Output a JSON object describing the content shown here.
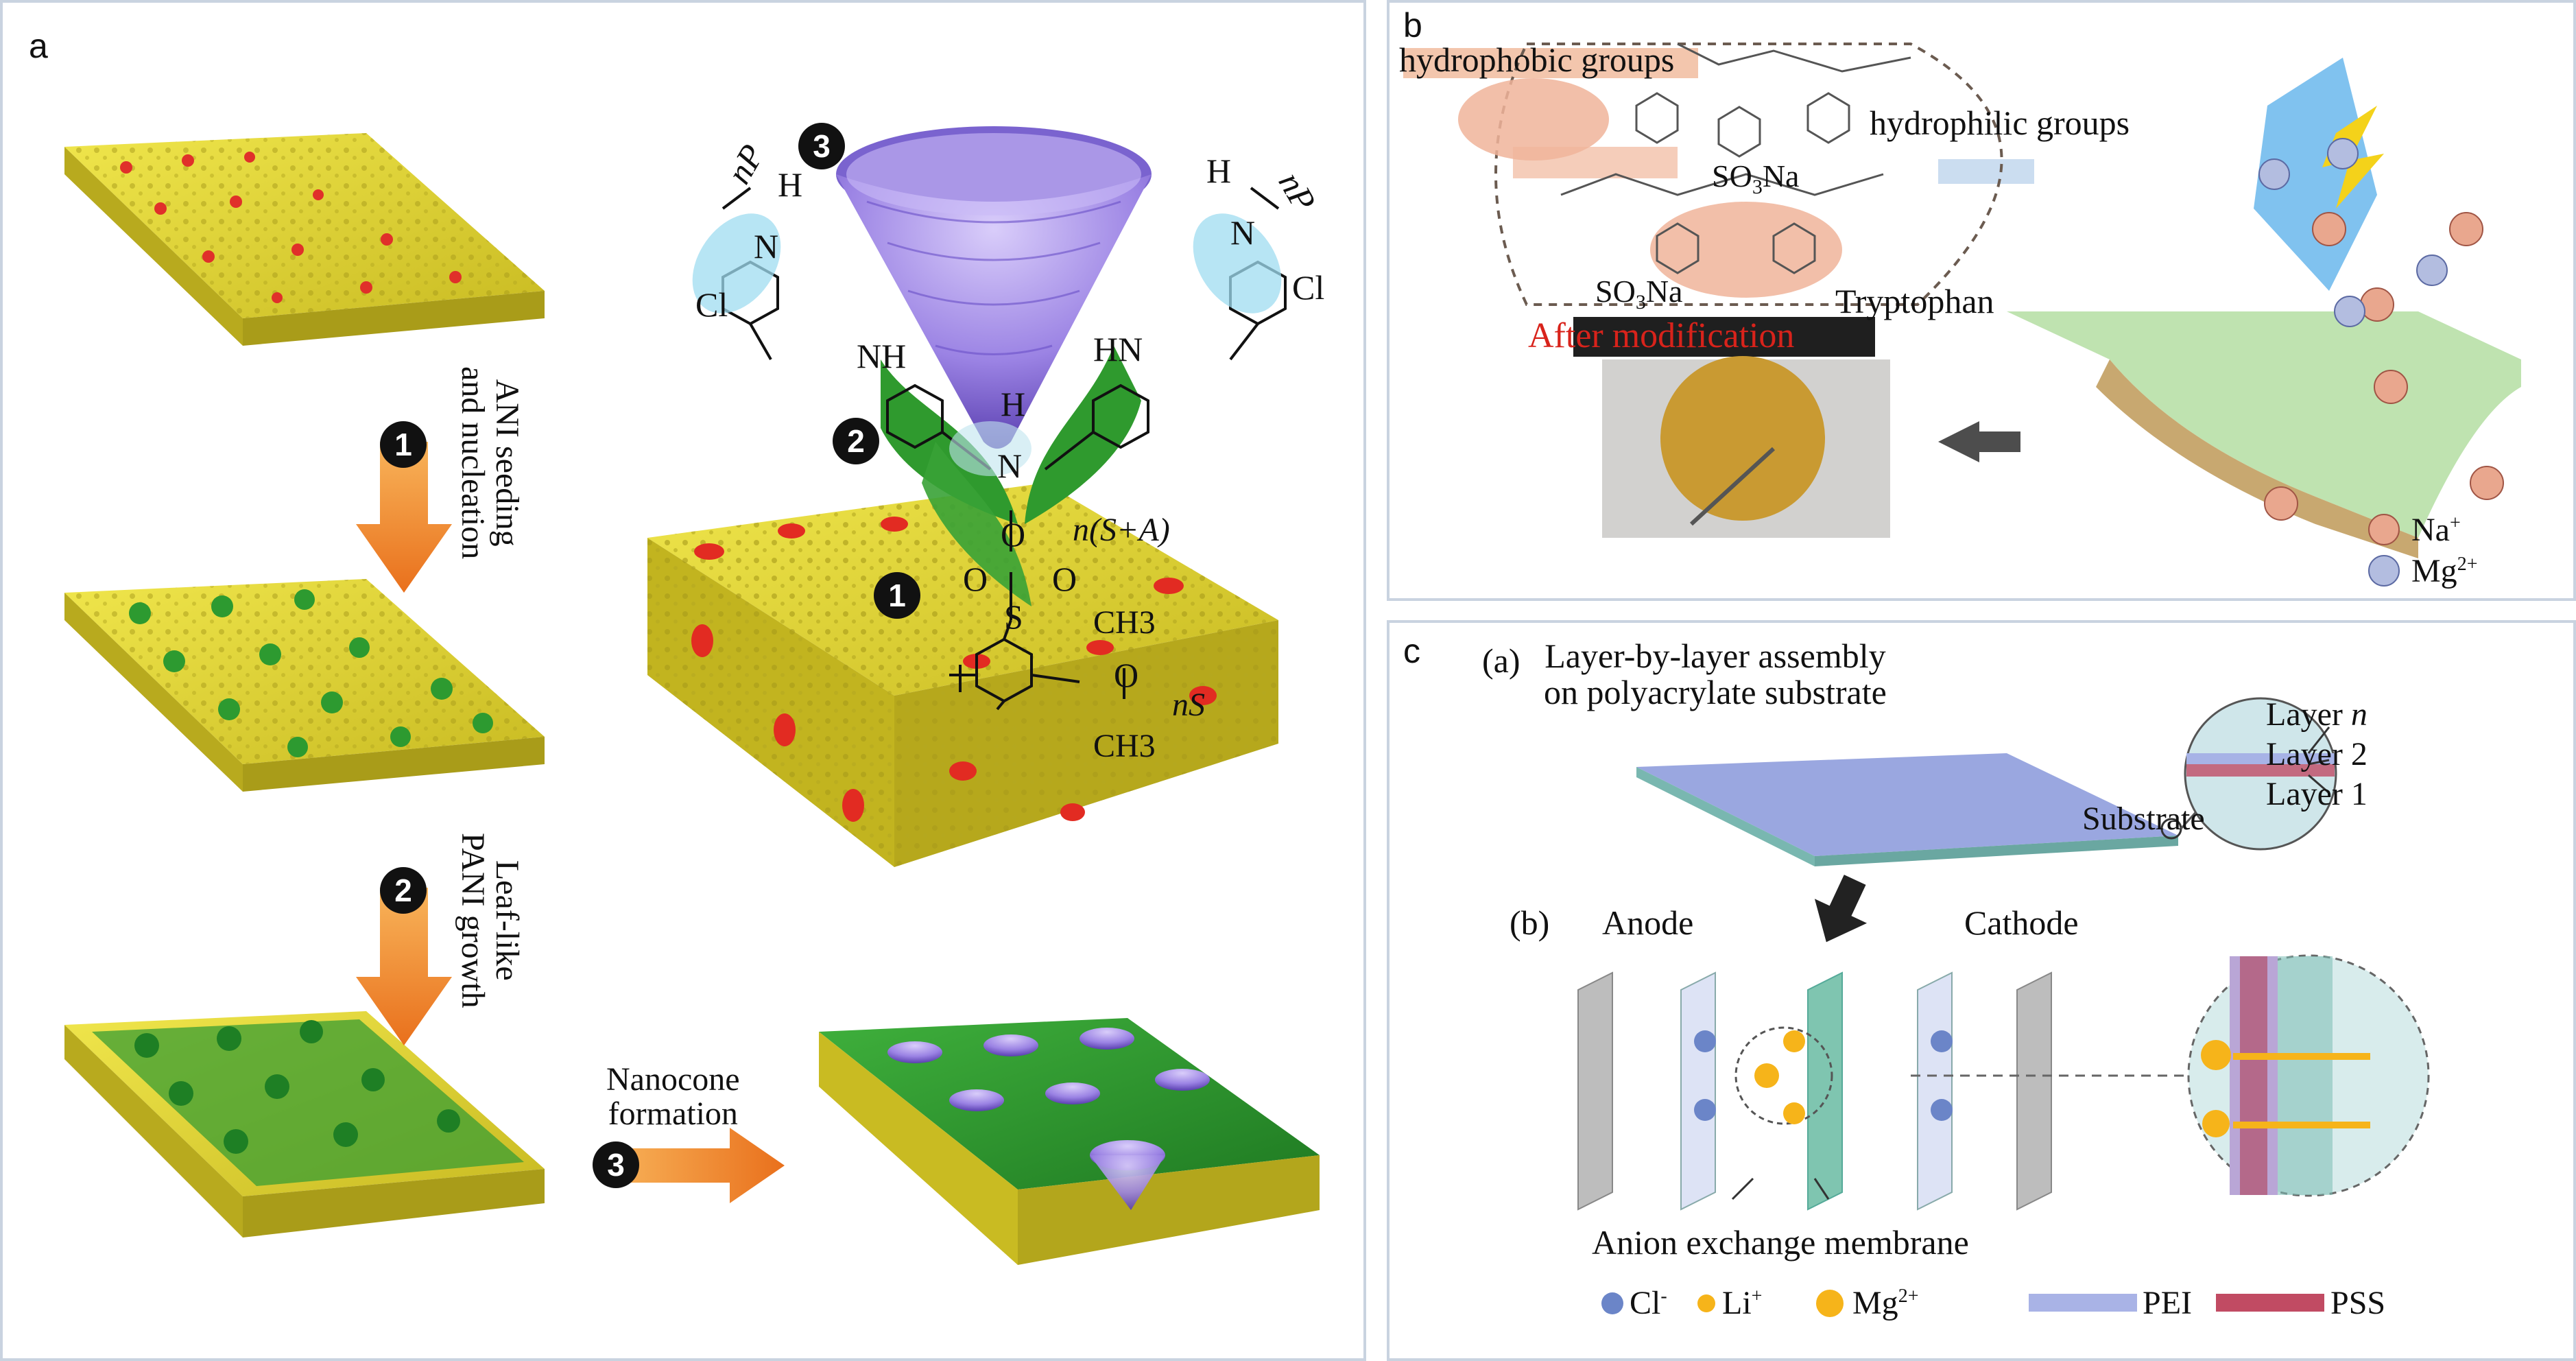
{
  "panel_a": {
    "label": "a",
    "step1_text": "ANI seeding\nand nucleation",
    "step2_text": "Leaf-like\nPANI growth",
    "step3_text": "Nanocone\nformation",
    "badges": [
      "1",
      "2",
      "3"
    ],
    "chem": {
      "np_left": "nP",
      "np_right": "nP",
      "h": "H",
      "n": "N",
      "cl": "Cl",
      "nh": "NH",
      "hn": "HN",
      "o": "O",
      "s": "S",
      "ch3": "CH3",
      "nsa": "n(S+A)",
      "ns": "nS"
    }
  },
  "panel_b": {
    "label": "b",
    "hydrophobic": "hydrophobic groups",
    "hydrophilic": "hydrophilic groups",
    "so3na": "SO3Na",
    "tryptophan": "Tryptophan",
    "after_mod": "After modification",
    "legend_na": "Na+",
    "legend_mg": "Mg2+"
  },
  "panel_c": {
    "label": "c",
    "sub_a": "(a)",
    "lbl_title": "Layer-by-layer assembly\non polyacrylate substrate",
    "layer_n": "Layer n",
    "layer_2": "Layer 2",
    "layer_1": "Layer 1",
    "substrate": "Substrate",
    "sub_b": "(b)",
    "anode": "Anode",
    "cathode": "Cathode",
    "aem": "Anion exchange membrane",
    "legend": {
      "cl": "Cl",
      "li": "Li",
      "mg": "Mg",
      "pei": "PEI",
      "pss": "PSS"
    }
  },
  "colors": {
    "substrate_yellow": "#e6dc3a",
    "pani_green": "#2f9a2e",
    "nanocone_purple": "#8a73d6",
    "arrow_orange": "#ef8a2a",
    "highlight_red": "#d8231b",
    "membrane_blue": "#7e9fd6",
    "frame": "#c9d3e0"
  }
}
